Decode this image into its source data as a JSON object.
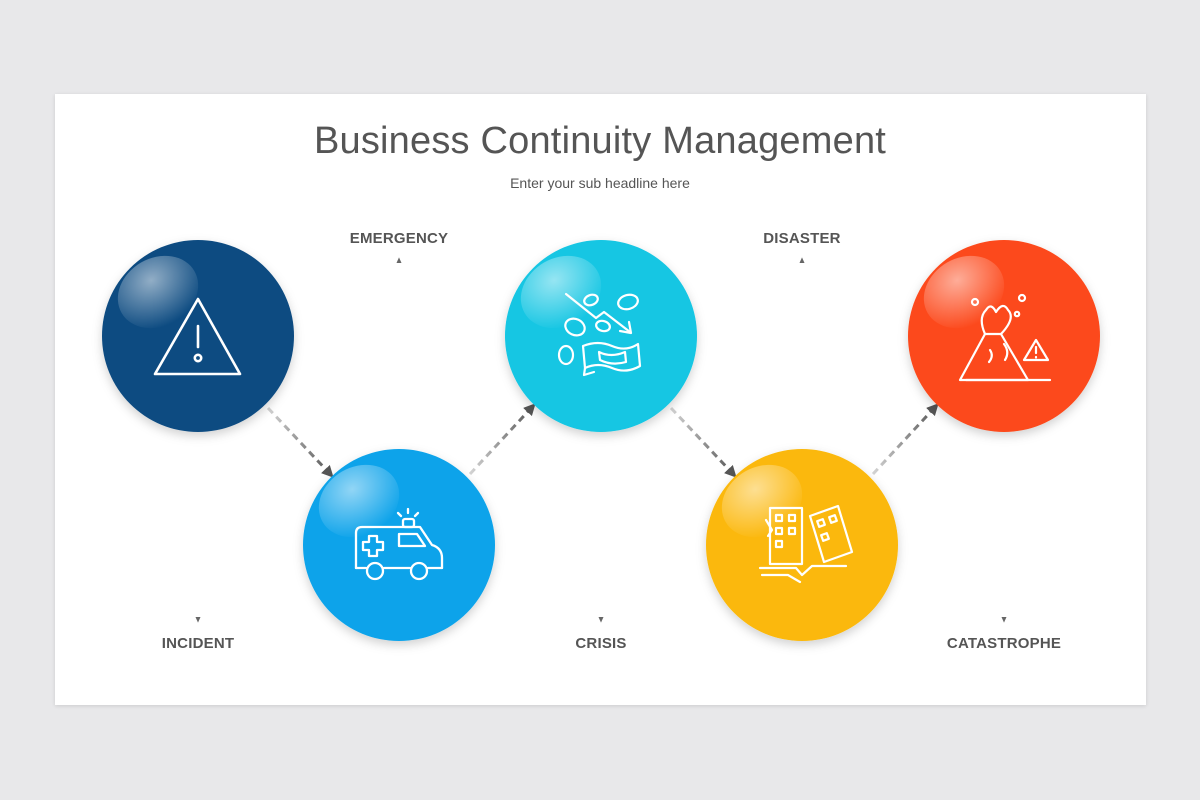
{
  "slide": {
    "title": "Business Continuity Management",
    "subtitle": "Enter your sub headline here"
  },
  "stages": [
    {
      "label": "INCIDENT",
      "color": "#0f4c81",
      "icon": "warning-icon",
      "label_position": "bottom"
    },
    {
      "label": "EMERGENCY",
      "color": "#0aa3ea",
      "icon": "ambulance-icon",
      "label_position": "top"
    },
    {
      "label": "CRISIS",
      "color": "#13c6e3",
      "icon": "money-loss-icon",
      "label_position": "bottom"
    },
    {
      "label": "DISASTER",
      "color": "#fbb808",
      "icon": "collapsed-building-icon",
      "label_position": "top"
    },
    {
      "label": "CATASTROPHE",
      "color": "#fc4a1a",
      "icon": "volcano-icon",
      "label_position": "bottom"
    }
  ]
}
